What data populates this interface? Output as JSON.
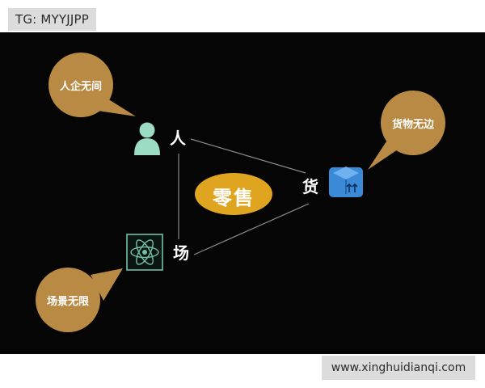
{
  "watermark_top": "TG: MYYJJPP",
  "watermark_bottom": "www.xinghuidianqi.com",
  "center": {
    "label": "零售"
  },
  "nodes": {
    "person": {
      "label": "人",
      "bubble": "人企无间",
      "icon": "person-icon"
    },
    "goods": {
      "label": "货",
      "bubble": "货物无边",
      "icon": "box-icon"
    },
    "scene": {
      "label": "场",
      "bubble": "场景无限",
      "icon": "atom-icon"
    }
  },
  "colors": {
    "background": "#050505",
    "bubble": "#b98a44",
    "center_ellipse": "#e0a520",
    "person_icon": "#9bdcc2",
    "box_icon": "#3a8ad8",
    "atom_icon": "#6fc2a5",
    "line": "#8a8a8a"
  }
}
